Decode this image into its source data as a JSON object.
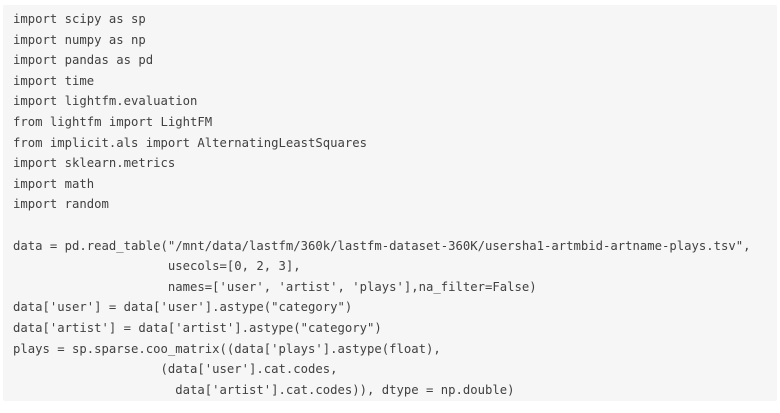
{
  "code_block": {
    "background": "#f6f6f6",
    "text_color": "#414141",
    "language": "python",
    "lines": [
      "import scipy as sp",
      "import numpy as np",
      "import pandas as pd",
      "import time",
      "import lightfm.evaluation",
      "from lightfm import LightFM",
      "from implicit.als import AlternatingLeastSquares",
      "import sklearn.metrics",
      "import math",
      "import random",
      "",
      "data = pd.read_table(\"/mnt/data/lastfm/360k/lastfm-dataset-360K/usersha1-artmbid-artname-plays.tsv\",",
      "                     usecols=[0, 2, 3],",
      "                     names=['user', 'artist', 'plays'],na_filter=False)",
      "data['user'] = data['user'].astype(\"category\")",
      "data['artist'] = data['artist'].astype(\"category\")",
      "plays = sp.sparse.coo_matrix((data['plays'].astype(float),",
      "                    (data['user'].cat.codes,",
      "                      data['artist'].cat.codes)), dtype = np.double)"
    ]
  }
}
